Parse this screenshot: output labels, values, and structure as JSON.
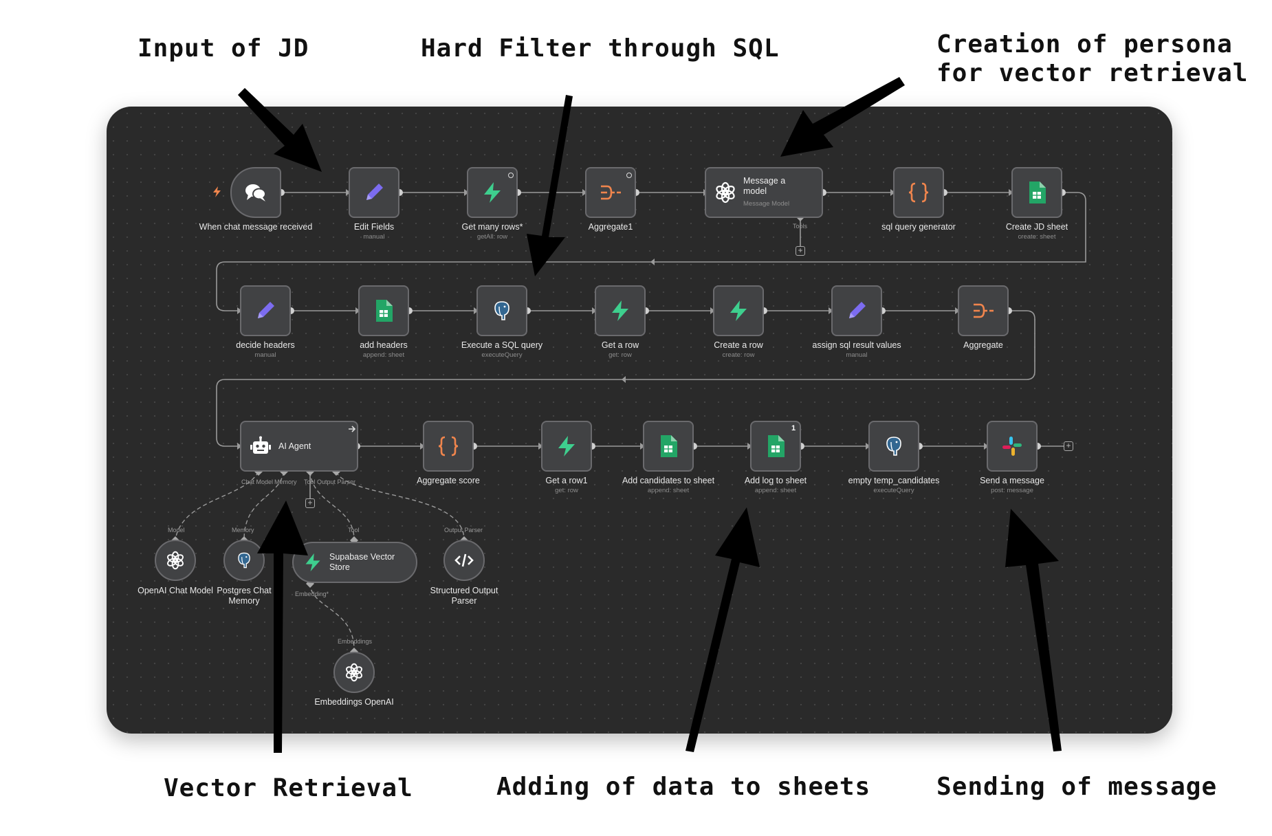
{
  "annotations": {
    "input_jd": "Input of JD",
    "hard_filter": "Hard Filter through SQL",
    "persona_line1": "Creation of persona",
    "persona_line2": "for vector retrieval",
    "vector_retrieval": "Vector Retrieval",
    "adding_data": "Adding of data to sheets",
    "sending_message": "Sending of message"
  },
  "row1": {
    "chat_trigger": "When chat message received",
    "edit_fields": "Edit Fields",
    "edit_fields_sub": "manual",
    "get_many_rows": "Get many rows*",
    "get_many_rows_sub": "getAll: row",
    "aggregate1": "Aggregate1",
    "message_model": "Message a model",
    "message_model_sub": "Message Model",
    "tools_label": "Tools",
    "sql_generator": "sql query generator",
    "create_jd_sheet": "Create JD sheet",
    "create_jd_sheet_sub": "create: sheet"
  },
  "row2": {
    "decide_headers": "decide headers",
    "decide_headers_sub": "manual",
    "add_headers": "add headers",
    "add_headers_sub": "append: sheet",
    "execute_sql": "Execute a SQL query",
    "execute_sql_sub": "executeQuery",
    "get_row": "Get a row",
    "get_row_sub": "get: row",
    "create_row": "Create a row",
    "create_row_sub": "create: row",
    "assign_sql": "assign sql result values",
    "assign_sql_sub": "manual",
    "aggregate": "Aggregate"
  },
  "row3": {
    "ai_agent": "AI Agent",
    "port_chat_model": "Chat Model",
    "port_memory": "Memory",
    "port_tool": "Tool",
    "port_output_parser": "Output Parser",
    "aggregate_score": "Aggregate score",
    "get_row1": "Get a row1",
    "get_row1_sub": "get: row",
    "add_candidates": "Add candidates to sheet",
    "add_candidates_sub": "append: sheet",
    "add_log": "Add log to sheet",
    "add_log_sub": "append: sheet",
    "add_log_badge": "1",
    "empty_temp": "empty temp_candidates",
    "empty_temp_sub": "executeQuery",
    "send_message": "Send a message",
    "send_message_sub": "post: message"
  },
  "subnodes": {
    "model_port": "Model",
    "memory_port": "Memory",
    "tool_port": "Tool",
    "output_parser_port": "Output Parser",
    "openai_chat_model": "OpenAI Chat Model",
    "postgres_memory": "Postgres Chat Memory",
    "supabase_vector": "Supabase Vector Store",
    "embedding_port": "Embedding*",
    "embeddings_port": "Embeddings",
    "structured_parser": "Structured Output Parser",
    "embeddings_openai": "Embeddings OpenAI"
  },
  "colors": {
    "canvas": "#2a2a2a",
    "node_bg": "#414244",
    "node_border": "#6a6a6d",
    "edit_purple": "#7c6cf0",
    "supabase_green": "#3ecf8e",
    "aggregate_orange": "#f0854d",
    "sheets_green": "#23a566",
    "annotation_text": "#111111"
  },
  "icons": {
    "chat": "chat-bubbles-icon",
    "edit": "pencil-icon",
    "supabase": "lightning-icon",
    "aggregate": "aggregate-icon",
    "openai": "openai-icon",
    "code": "braces-icon",
    "sheets": "google-sheets-icon",
    "postgres": "postgres-elephant-icon",
    "robot": "robot-icon",
    "slack": "slack-icon",
    "parser": "code-tag-icon"
  }
}
